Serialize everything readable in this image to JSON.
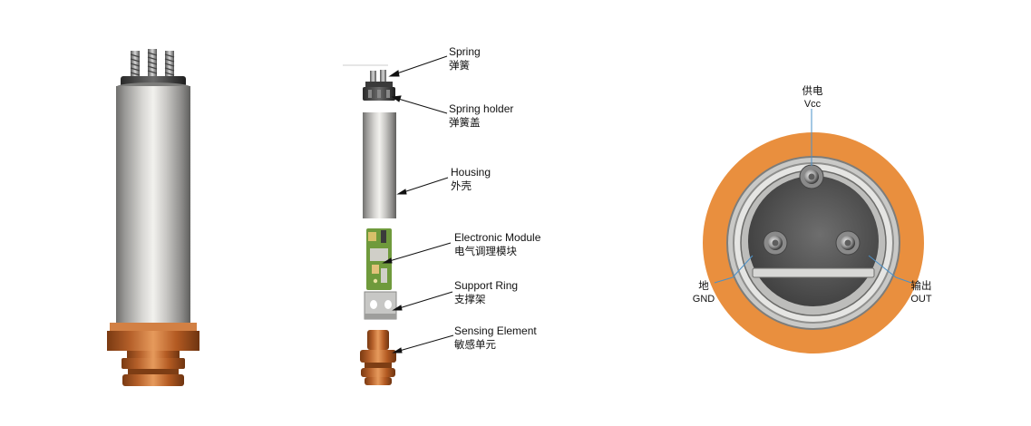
{
  "exploded_view": {
    "parts": [
      {
        "en": "Spring",
        "cn": "弹簧"
      },
      {
        "en": "Spring holder",
        "cn": "弹簧盖"
      },
      {
        "en": "Housing",
        "cn": "外壳"
      },
      {
        "en": "Electronic Module",
        "cn": "电气调理模块"
      },
      {
        "en": "Support Ring",
        "cn": "支撑架"
      },
      {
        "en": "Sensing Element",
        "cn": "敏感单元"
      }
    ]
  },
  "connector_view": {
    "pins": {
      "vcc": {
        "cn": "供电",
        "en": "Vcc"
      },
      "gnd": {
        "cn": "地",
        "en": "GND"
      },
      "out": {
        "cn": "输出",
        "en": "OUT"
      }
    }
  },
  "colors": {
    "copper": "#c8692a",
    "orange_ring": "#e98f3e",
    "steel": "#a9a9a7",
    "pcb_green": "#6f9a3c"
  }
}
